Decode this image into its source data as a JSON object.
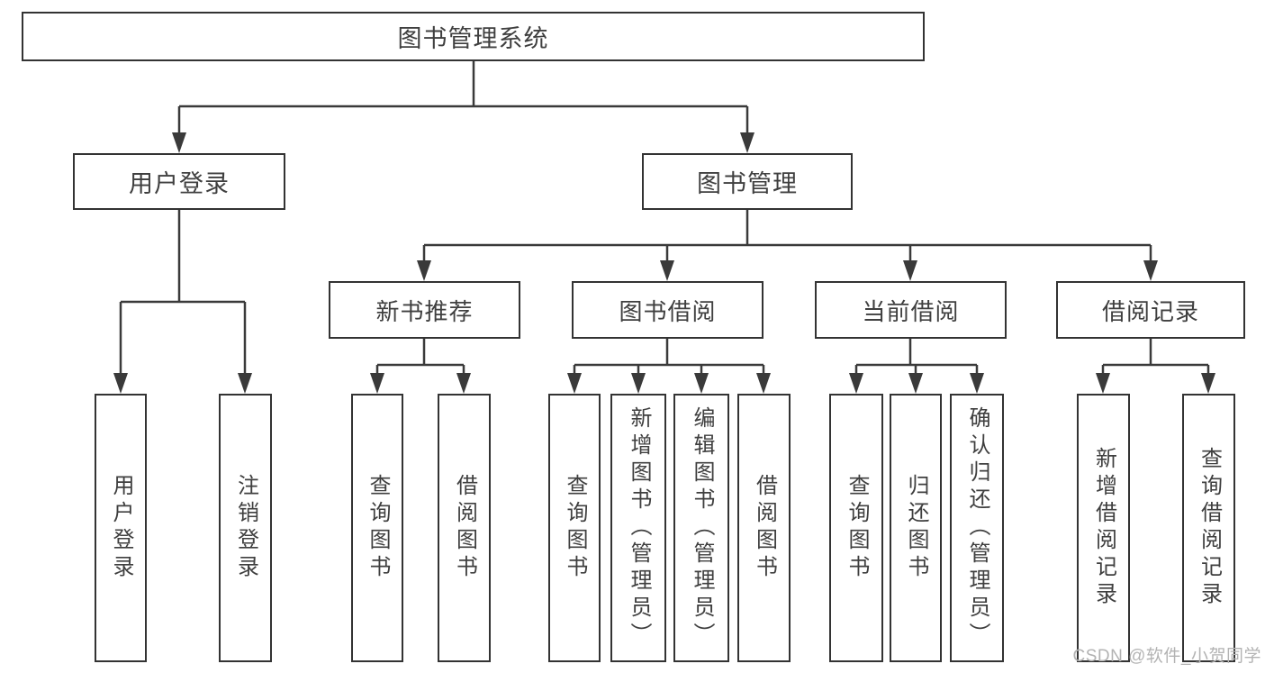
{
  "tree": {
    "root": {
      "label": "图书管理系统"
    },
    "level2": [
      {
        "label": "用户登录"
      },
      {
        "label": "图书管理"
      }
    ],
    "level3": [
      {
        "label": "新书推荐"
      },
      {
        "label": "图书借阅"
      },
      {
        "label": "当前借阅"
      },
      {
        "label": "借阅记录"
      }
    ],
    "leaves": {
      "user_login": [
        {
          "label": "用户登录"
        },
        {
          "label": "注销登录"
        }
      ],
      "new_book_recommend": [
        {
          "label": "查询图书"
        },
        {
          "label": "借阅图书"
        }
      ],
      "book_borrow": [
        {
          "label": "查询图书"
        },
        {
          "label": "新增图书（管理员）"
        },
        {
          "label": "编辑图书（管理员）"
        },
        {
          "label": "借阅图书"
        }
      ],
      "current_borrow": [
        {
          "label": "查询图书"
        },
        {
          "label": "归还图书"
        },
        {
          "label": "确认归还（管理员）"
        }
      ],
      "borrow_records": [
        {
          "label": "新增借阅记录"
        },
        {
          "label": "查询借阅记录"
        }
      ]
    }
  },
  "watermark": {
    "text": "CSDN @软件_小贺同学"
  },
  "colors": {
    "line": "#3a3a3a",
    "box_border": "#333333",
    "text": "#3f3f3f",
    "watermark": "#b3b3b3",
    "background": "#ffffff"
  }
}
